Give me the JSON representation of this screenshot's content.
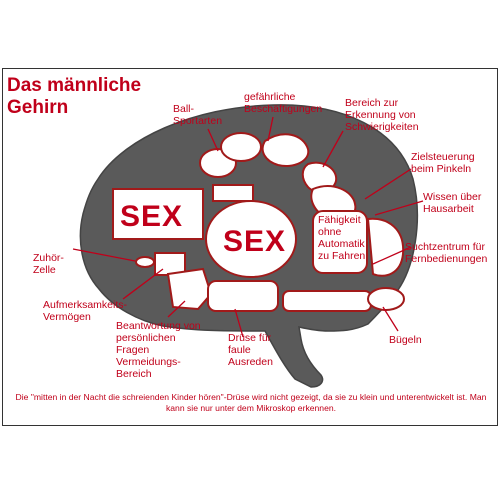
{
  "title": "Das männliche\nGehirn",
  "sex_large": "SEX",
  "sex_small": "SEX",
  "labels": {
    "ball": "Ball-\nSportarten",
    "gefaehrlich": "gefährliche\nBeschäftigungen",
    "schwierig": "Bereich zur\nErkennung von\nSchwierigkeiten",
    "ziel": "Zielsteuerung\nbeim Pinkeln",
    "hausarbeit": "Wissen über\nHausarbeit",
    "faehigkeit": "Fähigkeit\nohne\nAutomatik\nzu Fahren",
    "sucht": "Suchtzentrum für\nFernbedienungen",
    "zuhoer": "Zuhör-\nZelle",
    "aufmerksam": "Aufmerksamkeits-\nVermögen",
    "beantwortung": "Beantwortung von\npersönlichen\nFragen\nVermeidungs-\nBereich",
    "druese": "Drüse für\nfaule\nAusreden",
    "buegeln": "Bügeln"
  },
  "footnote": "Die \"mitten in der Nacht die schreienden Kinder hören\"-Drüse wird nicht gezeigt, da sie zu klein und unterentwickelt ist. Man kann sie nur unter dem Mikroskop erkennen.",
  "colors": {
    "text": "#c0001a",
    "brain": "#5a5a5a",
    "region_fill": "#ffffff",
    "region_border": "#a11a1a"
  }
}
